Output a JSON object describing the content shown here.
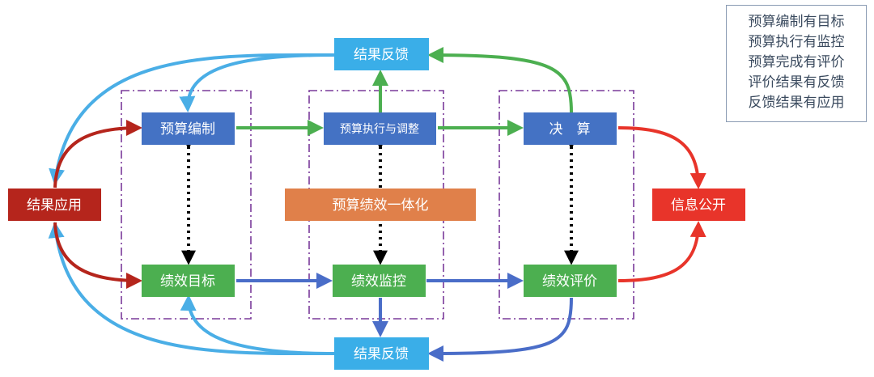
{
  "nodes": {
    "feedback_top": "结果反馈",
    "feedback_bottom": "结果反馈",
    "budget_compile": "预算编制",
    "budget_execute": "预算执行与调整",
    "final_accounts": "决　算",
    "performance_goal": "绩效目标",
    "performance_monitor": "绩效监控",
    "performance_eval": "绩效评价",
    "result_apply": "结果应用",
    "info_disclosure": "信息公开",
    "integration": "预算绩效一体化"
  },
  "legend": {
    "lines": [
      "预算编制有目标",
      "预算执行有监控",
      "预算完成有评价",
      "评价结果有反馈",
      "反馈结果有应用"
    ]
  },
  "colors": {
    "blue_box": "#4472c4",
    "green_box": "#4caf50",
    "light_blue_box": "#3aaee8",
    "red_box": "#b5251c",
    "bright_red_box": "#e8342a",
    "orange_box": "#e0804a",
    "green_arrow": "#4caf50",
    "blue_arrow": "#4a6dc8",
    "light_blue_arrow": "#4aaee6",
    "dark_red_arrow": "#b5251c",
    "red_arrow": "#e8342a",
    "dashed_frame": "#7a3a9a"
  }
}
